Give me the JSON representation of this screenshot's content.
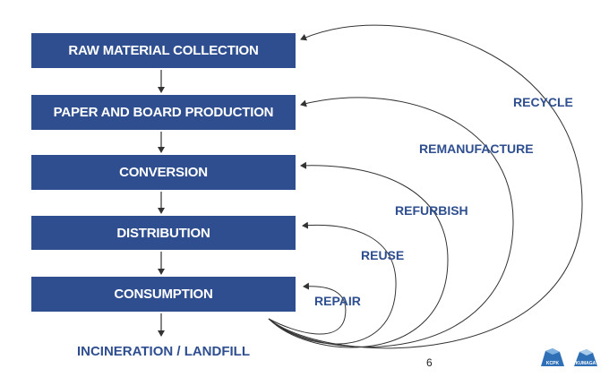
{
  "stages": [
    "RAW MATERIAL COLLECTION",
    "PAPER AND BOARD PRODUCTION",
    "CONVERSION",
    "DISTRIBUTION",
    "CONSUMPTION"
  ],
  "end_stage": "INCINERATION / LANDFILL",
  "loops": {
    "recycle": "RECYCLE",
    "remanufacture": "REMANUFACTURE",
    "refurbish": "REFURBISH",
    "reuse": "REUSE",
    "repair": "REPAIR"
  },
  "page_number": "6",
  "logos": [
    "KCPK",
    "KUMAGA"
  ],
  "colors": {
    "box": "#2e4e8f",
    "box_text": "#ffffff",
    "label": "#2e4e8f",
    "line": "#333333"
  }
}
